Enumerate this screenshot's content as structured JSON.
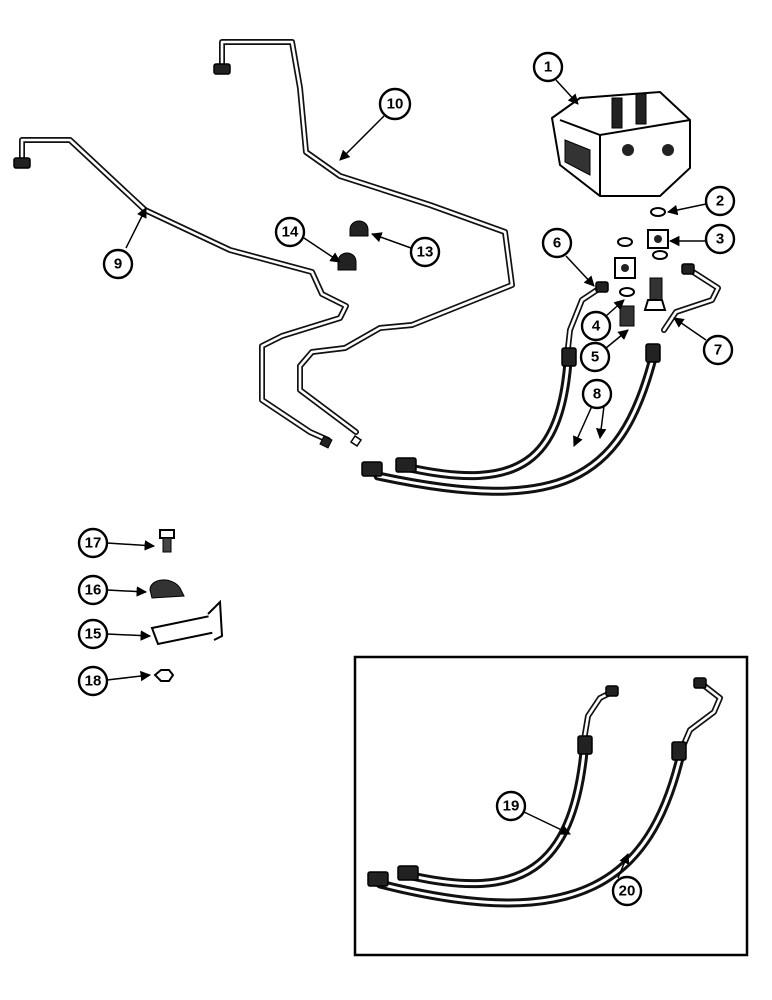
{
  "callouts": {
    "c1": "1",
    "c2": "2",
    "c3": "3",
    "c4": "4",
    "c5": "5",
    "c6": "6",
    "c7": "7",
    "c8": "8",
    "c9": "9",
    "c10": "10",
    "c13": "13",
    "c14": "14",
    "c15": "15",
    "c16": "16",
    "c17": "17",
    "c18": "18",
    "c19": "19",
    "c20": "20"
  },
  "colors": {
    "ink": "#000000",
    "paper": "#ffffff"
  }
}
